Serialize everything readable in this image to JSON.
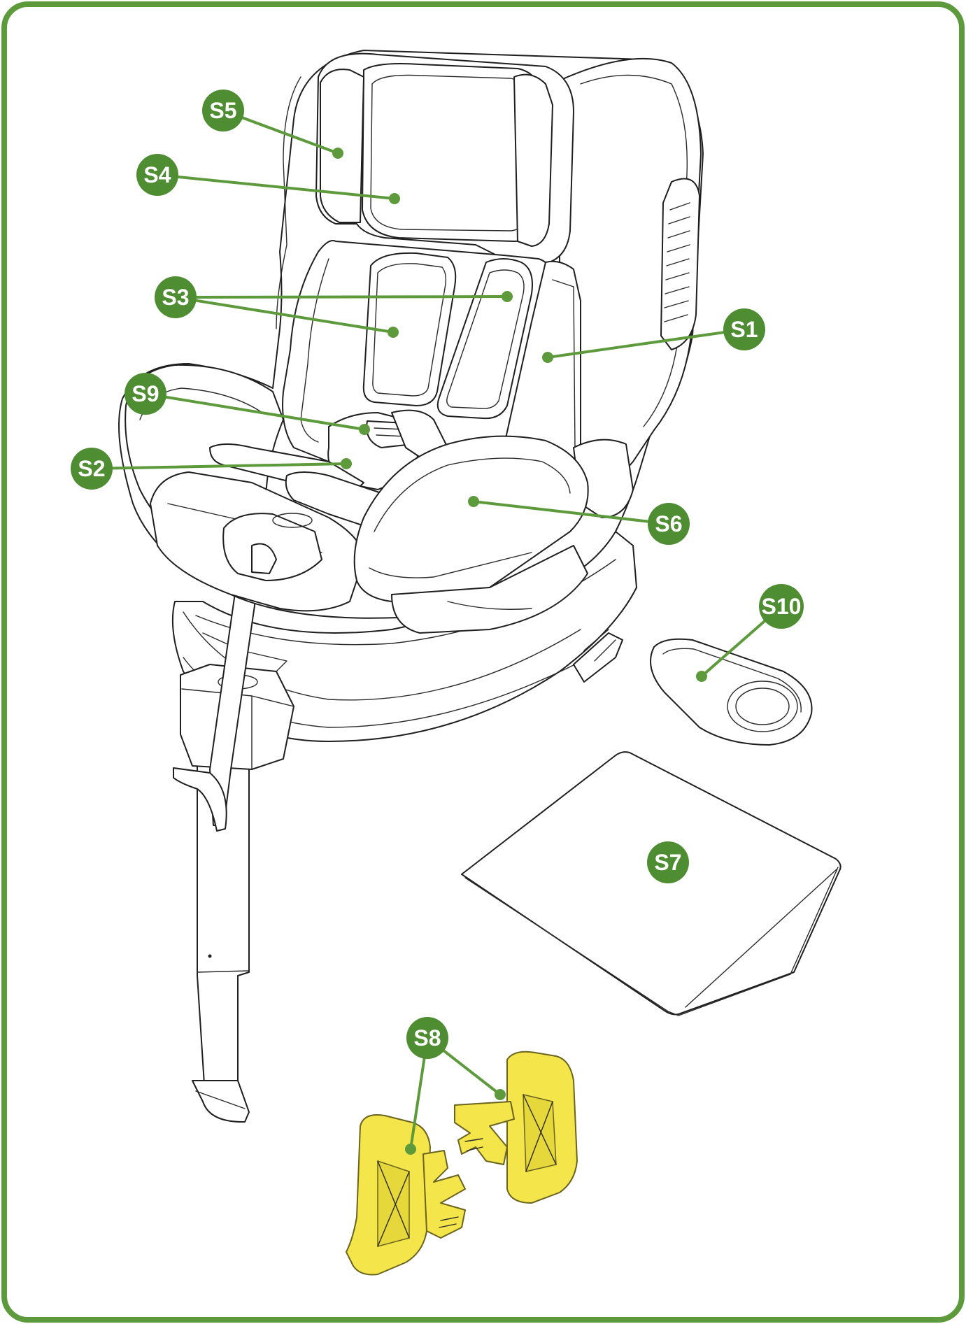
{
  "colors": {
    "frame": "#5d9a3c",
    "badge": "#4f8d32",
    "leader": "#5d9a3c",
    "part_yellow": "#f4e64a"
  },
  "labels": [
    {
      "id": "S1",
      "text": "S1"
    },
    {
      "id": "S2",
      "text": "S2"
    },
    {
      "id": "S3",
      "text": "S3"
    },
    {
      "id": "S4",
      "text": "S4"
    },
    {
      "id": "S5",
      "text": "S5"
    },
    {
      "id": "S6",
      "text": "S6"
    },
    {
      "id": "S7",
      "text": "S7"
    },
    {
      "id": "S8",
      "text": "S8"
    },
    {
      "id": "S9",
      "text": "S9"
    },
    {
      "id": "S10",
      "text": "S10"
    }
  ]
}
